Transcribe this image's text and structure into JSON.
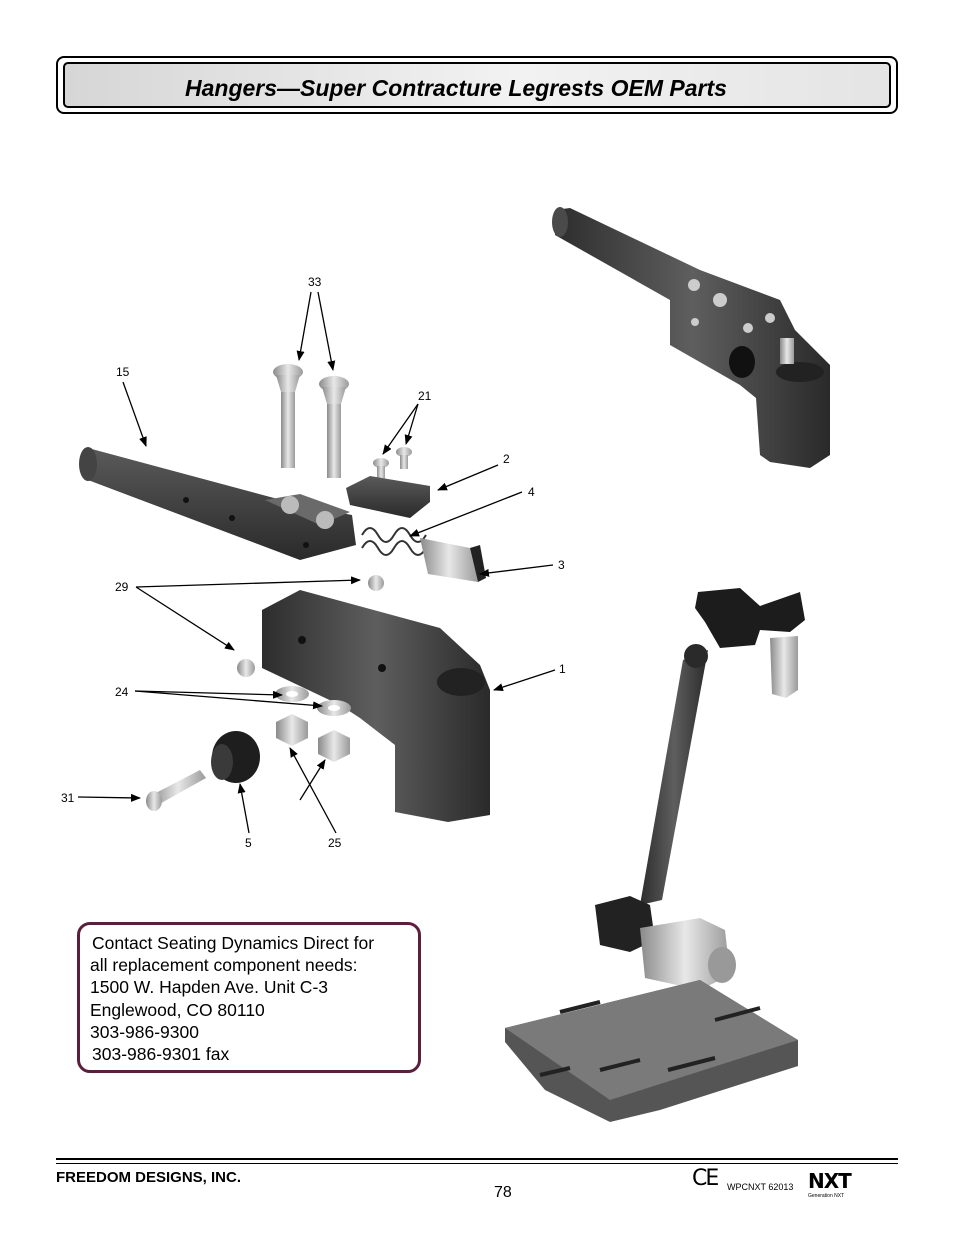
{
  "header": {
    "title": "Hangers—Super Contracture Legrests OEM Parts"
  },
  "diagram": {
    "callouts": [
      "33",
      "15",
      "21",
      "2",
      "4",
      "3",
      "29",
      "1",
      "24",
      "31",
      "5",
      "25"
    ]
  },
  "contact": {
    "lines": [
      "Contact Seating Dynamics Direct for",
      "all replacement component needs:",
      "1500 W. Hapden Ave. Unit C-3",
      "Englewood, CO 80110",
      "303-986-9300",
      "303-986-9301 fax"
    ]
  },
  "footer": {
    "company": "FREEDOM DESIGNS, INC.",
    "page_number": "78",
    "ce_mark": "CE",
    "doc_code": "WPCNXT 62013",
    "brand": "NXT",
    "brand_sub": "Generation NXT"
  }
}
